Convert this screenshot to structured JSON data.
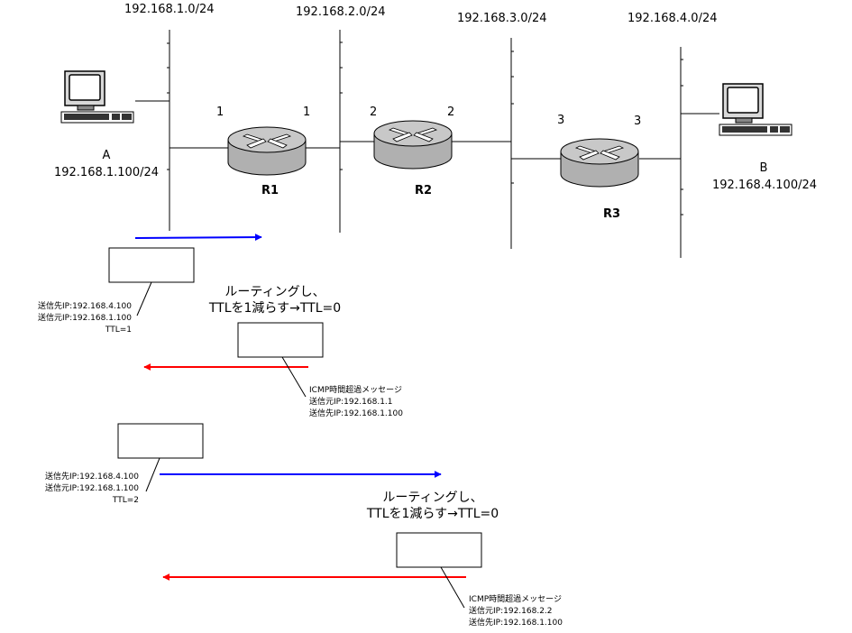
{
  "networks": [
    {
      "label": "192.168.1.0/24"
    },
    {
      "label": "192.168.2.0/24"
    },
    {
      "label": "192.168.3.0/24"
    },
    {
      "label": "192.168.4.0/24"
    }
  ],
  "hosts": {
    "a": {
      "name": "A",
      "ip": "192.168.1.100/24",
      "icon": "computer-icon"
    },
    "b": {
      "name": "B",
      "ip": "192.168.4.100/24",
      "icon": "computer-icon"
    }
  },
  "routers": [
    {
      "name": "R1",
      "left_port": "1",
      "right_port": "1",
      "icon": "router-icon"
    },
    {
      "name": "R2",
      "left_port": "2",
      "right_port": "2",
      "icon": "router-icon"
    },
    {
      "name": "R3",
      "left_port": "3",
      "right_port": "3",
      "icon": "router-icon"
    }
  ],
  "colors": {
    "request_arrow": "#0000ff",
    "reply_arrow": "#ff0000",
    "router_body": "#c0c0c0"
  },
  "flows": [
    {
      "request": {
        "lines": [
          "送信先IP:192.168.4.100",
          "送信元IP:192.168.1.100",
          "TTL=1"
        ]
      },
      "routing_note": [
        "ルーティングし、",
        "TTLを1減らす→TTL=0"
      ],
      "reply": {
        "lines": [
          "ICMP時間超過メッセージ",
          "送信元IP:192.168.1.1",
          "送信先IP:192.168.1.100"
        ]
      }
    },
    {
      "request": {
        "lines": [
          "送信先IP:192.168.4.100",
          "送信元IP:192.168.1.100",
          "TTL=2"
        ]
      },
      "routing_note": [
        "ルーティングし、",
        "TTLを1減らす→TTL=0"
      ],
      "reply": {
        "lines": [
          "ICMP時間超過メッセージ",
          "送信元IP:192.168.2.2",
          "送信先IP:192.168.1.100"
        ]
      }
    }
  ]
}
